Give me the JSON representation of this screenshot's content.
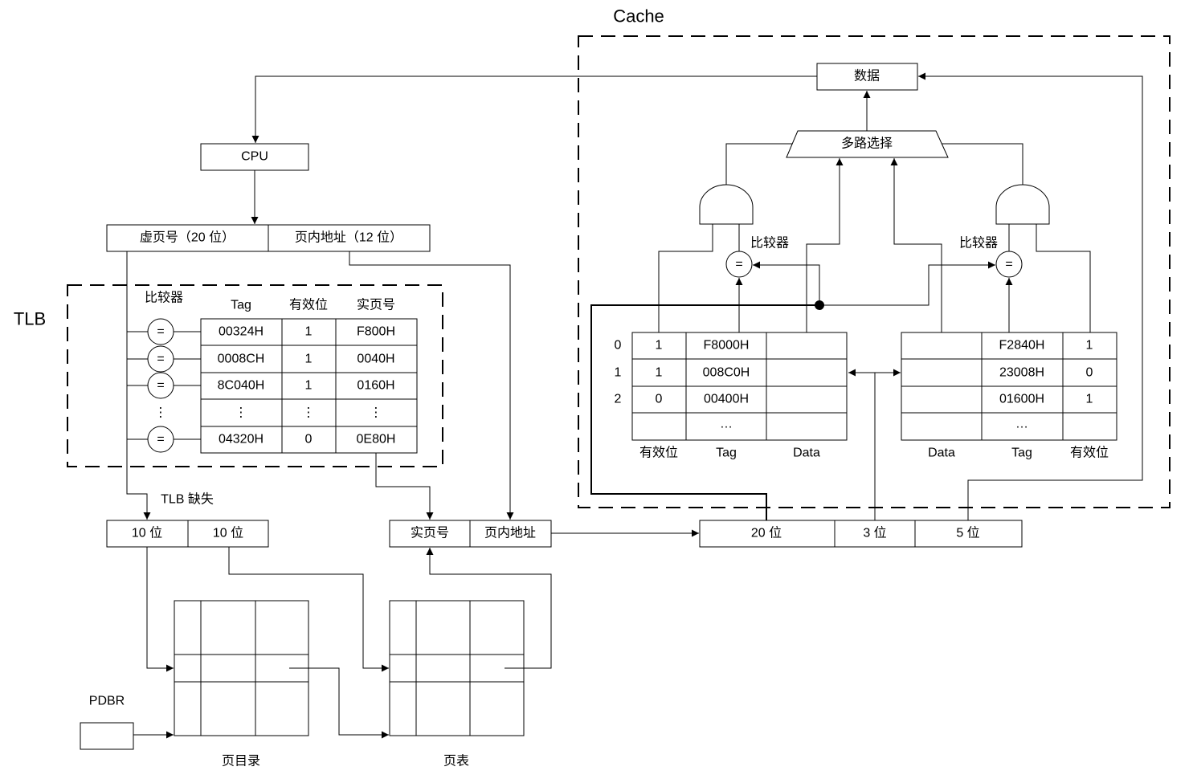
{
  "cache_label": "Cache",
  "tlb_label": "TLB",
  "cpu": {
    "label": "CPU"
  },
  "data_box": {
    "label": "数据"
  },
  "mux": {
    "label": "多路选择"
  },
  "virtual_address": {
    "vpn": "虚页号（20 位）",
    "offset": "页内地址（12 位）"
  },
  "tlb": {
    "comparator_label": "比较器",
    "comparator_symbol": "=",
    "comparator_ellipsis": "⋮",
    "headers": [
      "Tag",
      "有效位",
      "实页号"
    ],
    "rows": [
      [
        "00324H",
        "1",
        "F800H"
      ],
      [
        "0008CH",
        "1",
        "0040H"
      ],
      [
        "8C040H",
        "1",
        "0160H"
      ],
      [
        "⋮",
        "⋮",
        "⋮"
      ],
      [
        "04320H",
        "0",
        "0E80H"
      ]
    ]
  },
  "tlb_miss": "TLB 缺失",
  "page_walk": {
    "fields": [
      "10 位",
      "10 位"
    ],
    "pdbr": "PDBR",
    "page_directory": "页目录",
    "page_table": "页表"
  },
  "physical_address": {
    "ppn": "实页号",
    "offset": "页内地址"
  },
  "cache_address": [
    "20 位",
    "3 位",
    "5 位"
  ],
  "cache": {
    "comparator_label": "比较器",
    "comparator_symbol": "=",
    "left_way": {
      "indices": [
        "0",
        "1",
        "2"
      ],
      "headers": [
        "有效位",
        "Tag",
        "Data"
      ],
      "rows": [
        [
          "1",
          "F8000H",
          ""
        ],
        [
          "1",
          "008C0H",
          ""
        ],
        [
          "0",
          "00400H",
          ""
        ],
        [
          "",
          "…",
          ""
        ]
      ]
    },
    "right_way": {
      "headers": [
        "Data",
        "Tag",
        "有效位"
      ],
      "rows": [
        [
          "",
          "F2840H",
          "1"
        ],
        [
          "",
          "23008H",
          "0"
        ],
        [
          "",
          "01600H",
          "1"
        ],
        [
          "",
          "…",
          ""
        ]
      ]
    }
  }
}
